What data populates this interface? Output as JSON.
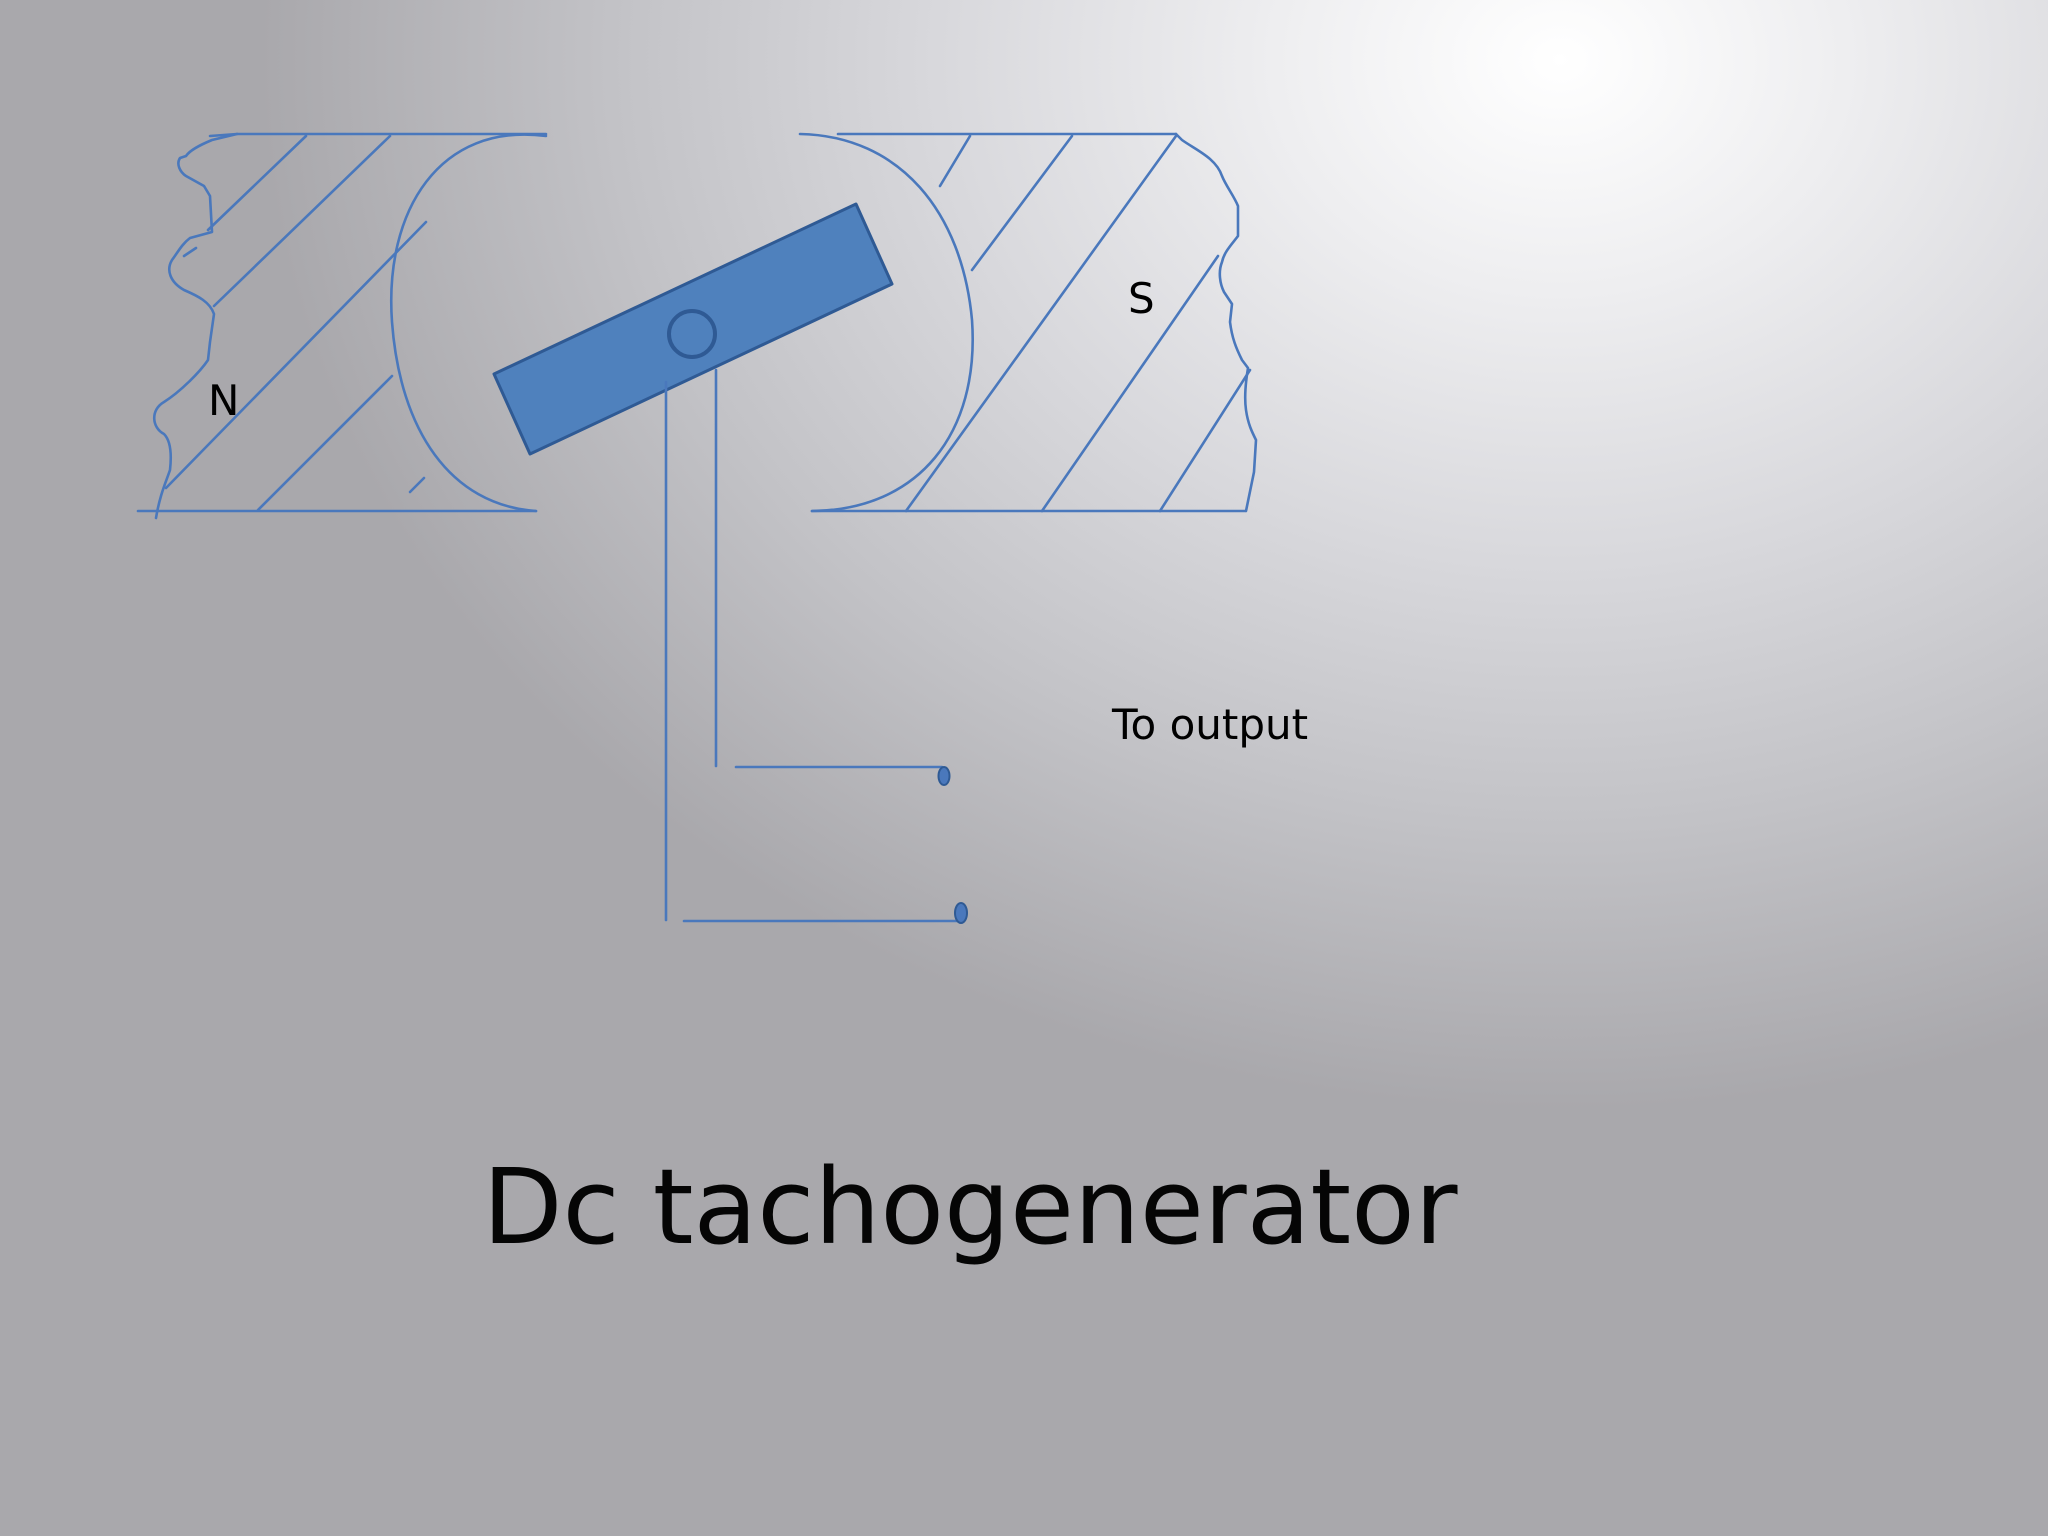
{
  "slide": {
    "title": "Dc tachogenerator"
  },
  "diagram": {
    "labels": {
      "north_pole": "N",
      "south_pole": "S",
      "output": "To output"
    },
    "colors": {
      "line": "#4a78bc",
      "armature_fill": "#4f81bd",
      "armature_stroke": "#2f5a94",
      "text": "#000000"
    }
  }
}
